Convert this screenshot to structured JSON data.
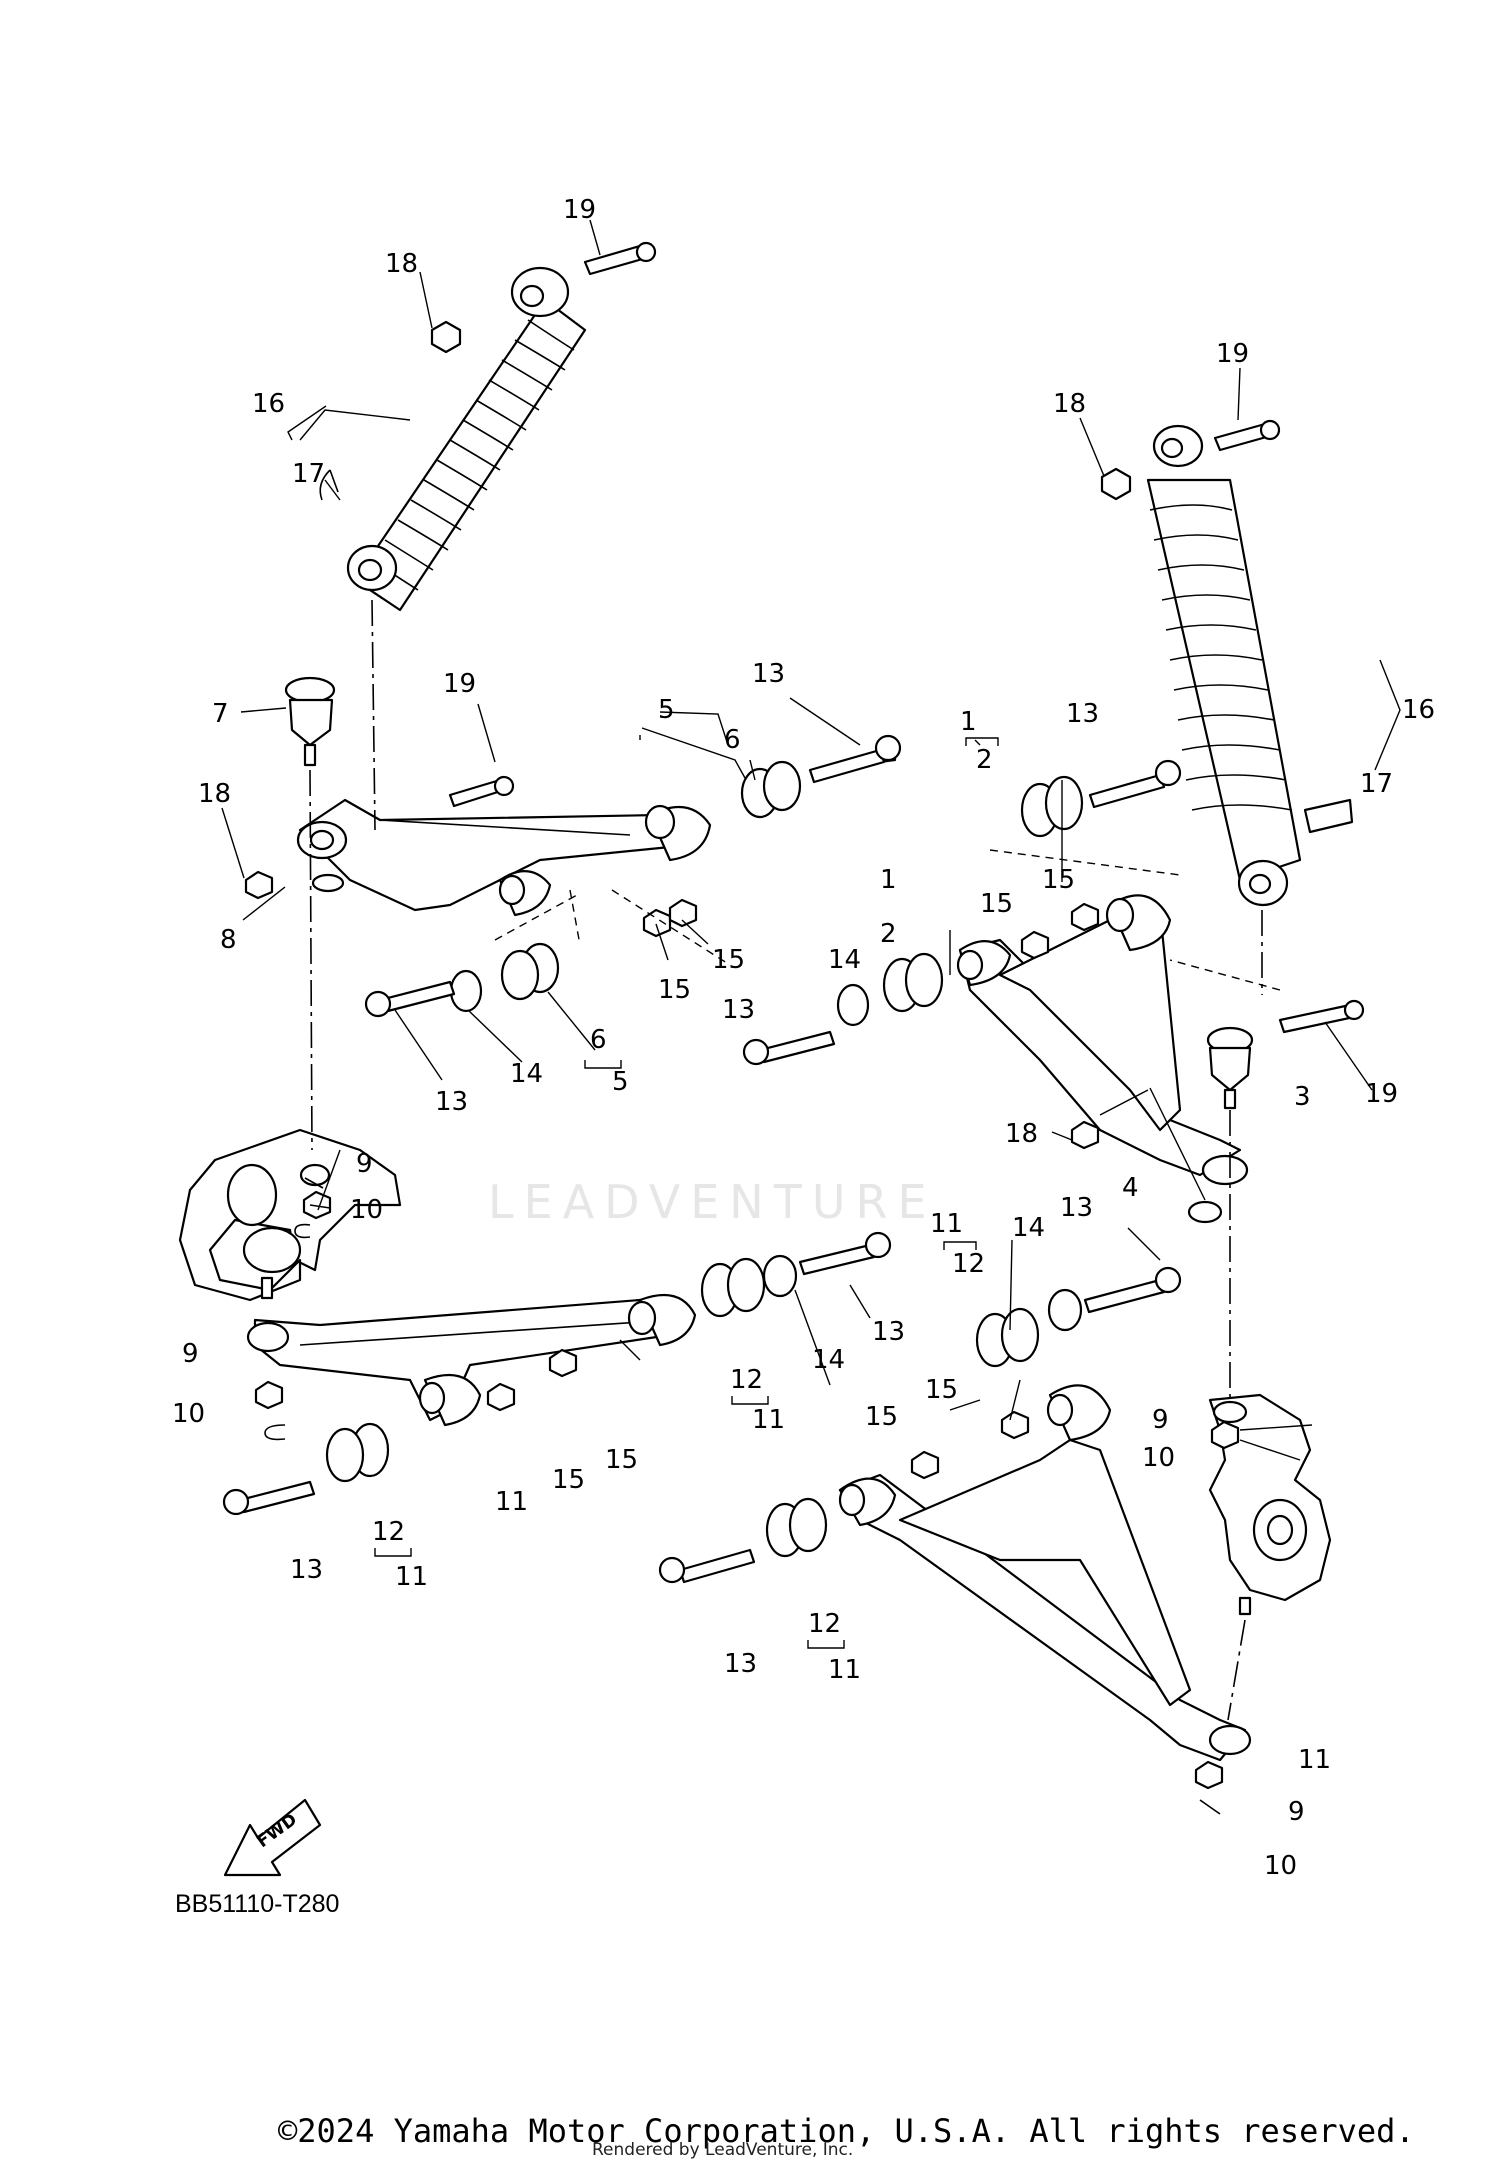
{
  "diagram": {
    "code": "BB51110-T280",
    "fwd_label": "FWD",
    "copyright": "©2024 Yamaha Motor Corporation, U.S.A. All rights reserved.",
    "rendered_by": "Rendered by LeadVenture, Inc.",
    "watermark": "LEADVENTURE"
  },
  "callouts": [
    {
      "id": "c01",
      "text": "19"
    },
    {
      "id": "c02",
      "text": "18"
    },
    {
      "id": "c03",
      "text": "16"
    },
    {
      "id": "c04",
      "text": "17"
    },
    {
      "id": "c05",
      "text": "19"
    },
    {
      "id": "c06",
      "text": "18"
    },
    {
      "id": "c07",
      "text": "7"
    },
    {
      "id": "c08",
      "text": "19"
    },
    {
      "id": "c09",
      "text": "13"
    },
    {
      "id": "c10",
      "text": "5"
    },
    {
      "id": "c11",
      "text": "6"
    },
    {
      "id": "c12",
      "text": "18"
    },
    {
      "id": "c13",
      "text": "8"
    },
    {
      "id": "c14",
      "text": "15"
    },
    {
      "id": "c15",
      "text": "15"
    },
    {
      "id": "c16",
      "text": "6"
    },
    {
      "id": "c17",
      "text": "5"
    },
    {
      "id": "c18",
      "text": "14"
    },
    {
      "id": "c19",
      "text": "13"
    },
    {
      "id": "c20",
      "text": "9"
    },
    {
      "id": "c21",
      "text": "10"
    },
    {
      "id": "c22",
      "text": "1"
    },
    {
      "id": "c23",
      "text": "2"
    },
    {
      "id": "c24",
      "text": "13"
    },
    {
      "id": "c25",
      "text": "16"
    },
    {
      "id": "c26",
      "text": "17"
    },
    {
      "id": "c27",
      "text": "15"
    },
    {
      "id": "c28",
      "text": "15"
    },
    {
      "id": "c29",
      "text": "1"
    },
    {
      "id": "c30",
      "text": "2"
    },
    {
      "id": "c31",
      "text": "14"
    },
    {
      "id": "c32",
      "text": "13"
    },
    {
      "id": "c33",
      "text": "3"
    },
    {
      "id": "c34",
      "text": "19"
    },
    {
      "id": "c35",
      "text": "18"
    },
    {
      "id": "c36",
      "text": "4"
    },
    {
      "id": "c37",
      "text": "11"
    },
    {
      "id": "c38",
      "text": "12"
    },
    {
      "id": "c39",
      "text": "14"
    },
    {
      "id": "c40",
      "text": "13"
    },
    {
      "id": "c41",
      "text": "13"
    },
    {
      "id": "c42",
      "text": "14"
    },
    {
      "id": "c43",
      "text": "12"
    },
    {
      "id": "c44",
      "text": "11"
    },
    {
      "id": "c45",
      "text": "9"
    },
    {
      "id": "c46",
      "text": "10"
    },
    {
      "id": "c47",
      "text": "15"
    },
    {
      "id": "c48",
      "text": "15"
    },
    {
      "id": "c49",
      "text": "11"
    },
    {
      "id": "c50",
      "text": "13"
    },
    {
      "id": "c51",
      "text": "12"
    },
    {
      "id": "c52",
      "text": "11"
    },
    {
      "id": "c53",
      "text": "15"
    },
    {
      "id": "c54",
      "text": "15"
    },
    {
      "id": "c55",
      "text": "9"
    },
    {
      "id": "c56",
      "text": "10"
    },
    {
      "id": "c57",
      "text": "13"
    },
    {
      "id": "c58",
      "text": "12"
    },
    {
      "id": "c59",
      "text": "11"
    },
    {
      "id": "c60",
      "text": "11"
    },
    {
      "id": "c61",
      "text": "9"
    },
    {
      "id": "c62",
      "text": "10"
    }
  ]
}
